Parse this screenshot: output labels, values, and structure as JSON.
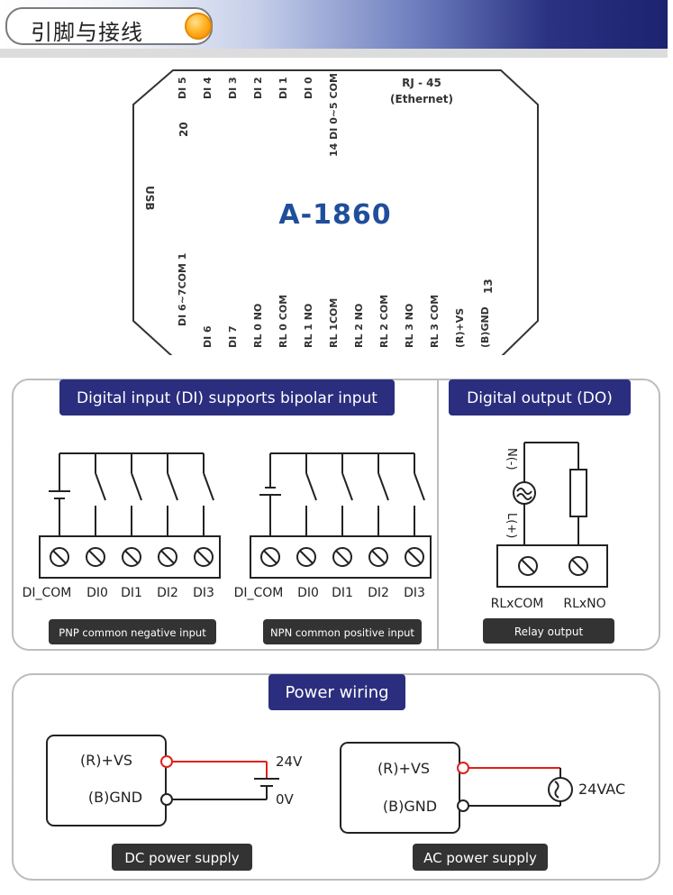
{
  "header": {
    "title": "引脚与接线"
  },
  "device": {
    "model": "A-1860",
    "rj45": "RJ - 45",
    "ethernet": "(Ethernet)",
    "usb": "USB",
    "pin20": "20",
    "pin13": "13",
    "top_pins": [
      "DI 5",
      "DI 4",
      "DI 3",
      "DI 2",
      "DI 1",
      "DI 0"
    ],
    "com_top": "14 DI 0~5 COM",
    "bottom_pins": [
      "DI 6~7COM 1",
      "DI 6",
      "DI 7",
      "RL 0 NO",
      "RL 0 COM",
      "RL 1 NO",
      "RL 1COM",
      "RL 2 NO",
      "RL 2 COM",
      "RL 3 NO",
      "RL 3 COM",
      "(R)+VS",
      "(B)GND"
    ]
  },
  "di_panel": {
    "title": "Digital input (DI) supports bipolar input",
    "terminals": [
      "DI_COM",
      "DI0",
      "DI1",
      "DI2",
      "DI3"
    ],
    "pnp_label": "PNP common negative input",
    "npn_label": "NPN common positive input"
  },
  "do_panel": {
    "title": "Digital output (DO)",
    "n_label": "N(-)",
    "l_label": "L(+)",
    "terminals": [
      "RLxCOM",
      "RLxNO"
    ],
    "relay_label": "Relay output"
  },
  "power_panel": {
    "title": "Power wiring",
    "dc": {
      "vs": "(R)+VS",
      "gnd": "(B)GND",
      "v_pos": "24V",
      "v_neg": "0V",
      "label": "DC power supply"
    },
    "ac": {
      "vs": "(R)+VS",
      "gnd": "(B)GND",
      "v_ac": "24VAC",
      "label": "AC power supply"
    }
  },
  "colors": {
    "navy": "#2b2e7e",
    "dark_label": "#333333",
    "red_wire": "#e0201a",
    "model_blue": "#1f4e9b"
  }
}
